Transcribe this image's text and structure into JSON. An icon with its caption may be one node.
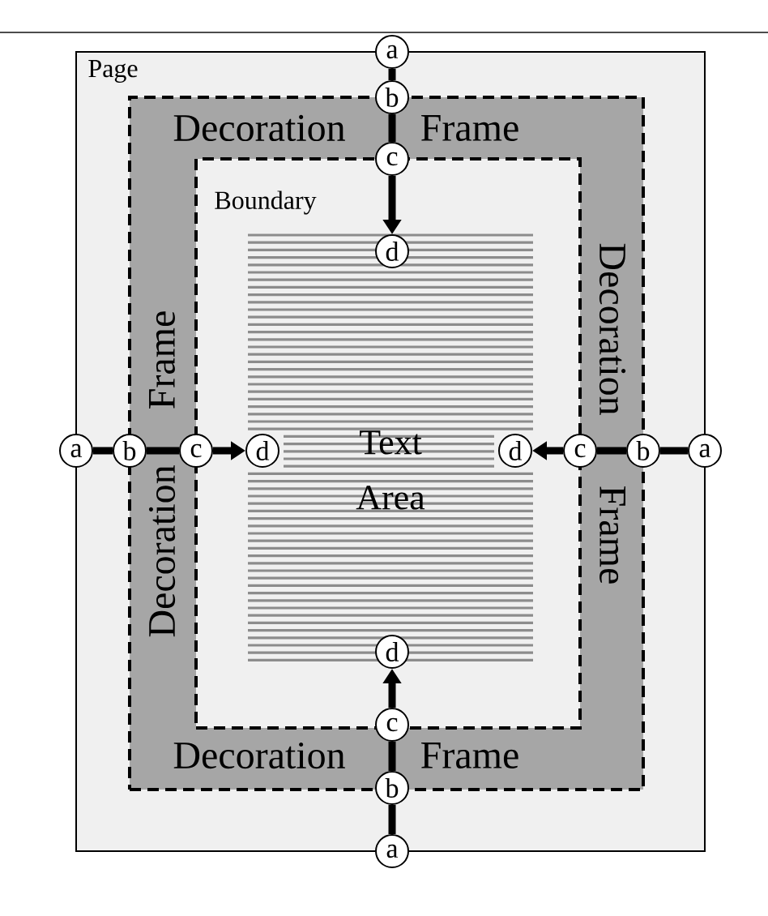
{
  "diagram": {
    "nodes": [
      {
        "text": [
          "Page"
        ]
      },
      {
        "text": [
          "Decoration",
          "Frame",
          "Frame",
          "Decoration",
          "Decoration",
          "Frame",
          "Decoration",
          "Frame"
        ],
        "in": 0
      },
      {
        "text": [
          "Boundary"
        ],
        "in": 1
      },
      {
        "text": [
          "Text Area"
        ],
        "in": 2
      },
      {
        "text": [
          "a"
        ]
      },
      {
        "text": [
          "b"
        ],
        "in": 0
      },
      {
        "text": [
          "c"
        ],
        "in": 1
      },
      {
        "text": [
          "d"
        ],
        "in": 3
      },
      {
        "text": [
          "a"
        ]
      },
      {
        "text": [
          "b"
        ],
        "in": 0
      },
      {
        "text": [
          "c"
        ],
        "in": 1
      },
      {
        "text": [
          "d"
        ],
        "in": 3
      },
      {
        "text": [
          "d"
        ],
        "in": 3
      },
      {
        "text": [
          "c"
        ],
        "in": 1
      },
      {
        "text": [
          "b"
        ],
        "in": 0
      },
      {
        "text": [
          "a"
        ]
      },
      {
        "text": [
          "d"
        ],
        "in": 3
      },
      {
        "text": [
          "c"
        ],
        "in": 1
      },
      {
        "text": [
          "b"
        ],
        "in": 0
      },
      {
        "text": [
          "a"
        ]
      }
    ],
    "edges": [
      {
        "from": 4,
        "to": 5,
        "arrow": "none"
      },
      {
        "from": 5,
        "to": 6,
        "arrow": "none"
      },
      {
        "from": 6,
        "to": 7,
        "arrow": "to"
      },
      {
        "from": 8,
        "to": 9,
        "arrow": "none"
      },
      {
        "from": 9,
        "to": 10,
        "arrow": "none"
      },
      {
        "from": 10,
        "to": 11,
        "arrow": "to"
      },
      {
        "from": 15,
        "to": 14,
        "arrow": "none"
      },
      {
        "from": 14,
        "to": 13,
        "arrow": "none"
      },
      {
        "from": 13,
        "to": 12,
        "arrow": "to"
      },
      {
        "from": 19,
        "to": 18,
        "arrow": "none"
      },
      {
        "from": 18,
        "to": 17,
        "arrow": "none"
      },
      {
        "from": 17,
        "to": 16,
        "arrow": "to"
      }
    ]
  }
}
